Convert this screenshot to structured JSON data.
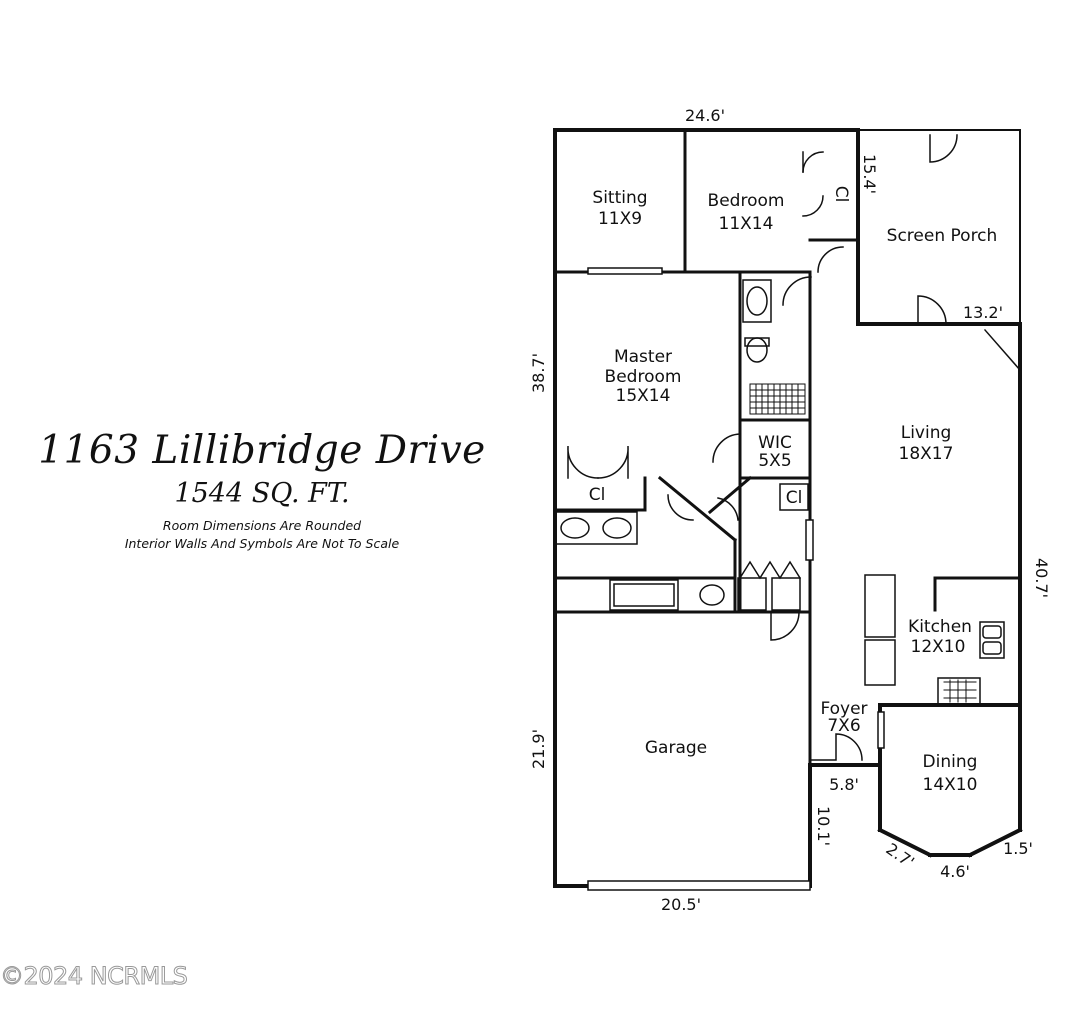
{
  "header": {
    "address": "1163 Lillibridge Drive",
    "square_feet": "1544 SQ. FT.",
    "note_line1": "Room Dimensions Are Rounded",
    "note_line2": "Interior Walls And Symbols Are Not To Scale"
  },
  "watermark": "©2024 NCRMLS",
  "rooms": {
    "sitting": {
      "name": "Sitting",
      "size": "11X9"
    },
    "bedroom": {
      "name": "Bedroom",
      "size": "11X14"
    },
    "screen_porch": {
      "name": "Screen Porch"
    },
    "master": {
      "name_line1": "Master",
      "name_line2": "Bedroom",
      "size": "15X14"
    },
    "wic": {
      "name": "WIC",
      "size": "5X5"
    },
    "living": {
      "name": "Living",
      "size": "18X17"
    },
    "kitchen": {
      "name": "Kitchen",
      "size": "12X10"
    },
    "foyer": {
      "name": "Foyer",
      "size": "7X6"
    },
    "dining": {
      "name": "Dining",
      "size": "14X10"
    },
    "garage": {
      "name": "Garage"
    },
    "closet_label": "Cl"
  },
  "dimensions": {
    "top": "24.6'",
    "porch_left": "15.4'",
    "porch_bottom": "13.2'",
    "left_upper": "38.7'",
    "left_lower": "21.9'",
    "right": "40.7'",
    "foyer_step": "5.8'",
    "garage_right": "10.1'",
    "garage_bottom": "20.5'",
    "bay_left": "2.7'",
    "bay_bottom": "4.6'",
    "bay_right": "1.5'"
  }
}
